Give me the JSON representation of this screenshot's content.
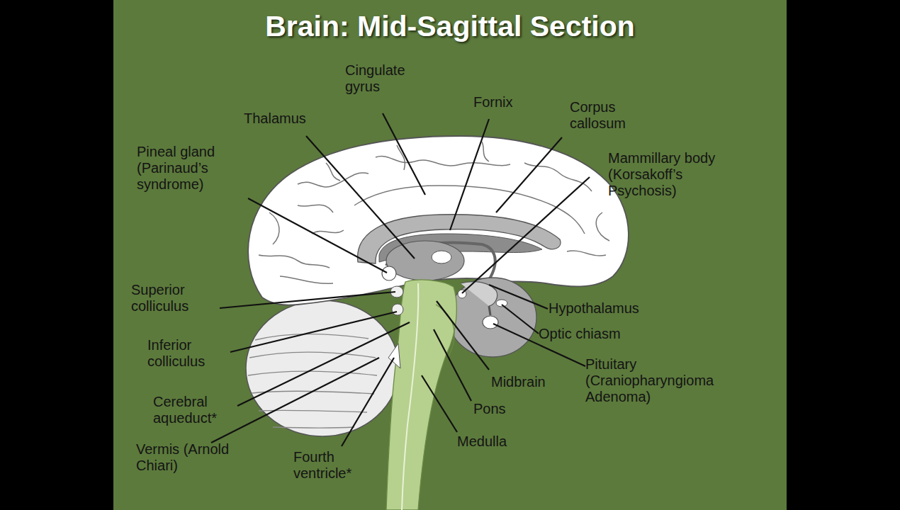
{
  "diagram": {
    "title": "Brain: Mid-Sagittal Section",
    "labels": [
      "Cingulate gyrus",
      "Thalamus",
      "Fornix",
      "Corpus callosum",
      "Pineal gland (Parinaud’s syndrome)",
      "Mammillary body (Korsakoff’s Psychosis)",
      "Superior colliculus",
      "Hypothalamus",
      "Optic chiasm",
      "Inferior colliculus",
      "Pituitary (Craniopharyngioma Adenoma)",
      "Midbrain",
      "Cerebral aqueduct*",
      "Pons",
      "Medulla",
      "Vermis (Arnold Chiari)",
      "Fourth ventricle*"
    ]
  }
}
